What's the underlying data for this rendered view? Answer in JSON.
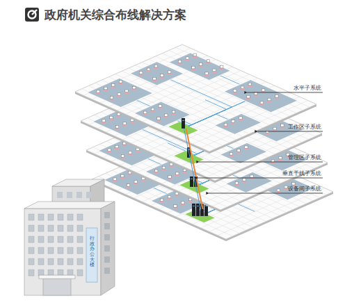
{
  "diagram": {
    "title": "政府机关综合布线解决方案",
    "labels": [
      "水平子系统",
      "工作区子系统",
      "管理区子系统",
      "垂直干线子系统",
      "设备间子系统",
      "行政办公大楼"
    ]
  }
}
